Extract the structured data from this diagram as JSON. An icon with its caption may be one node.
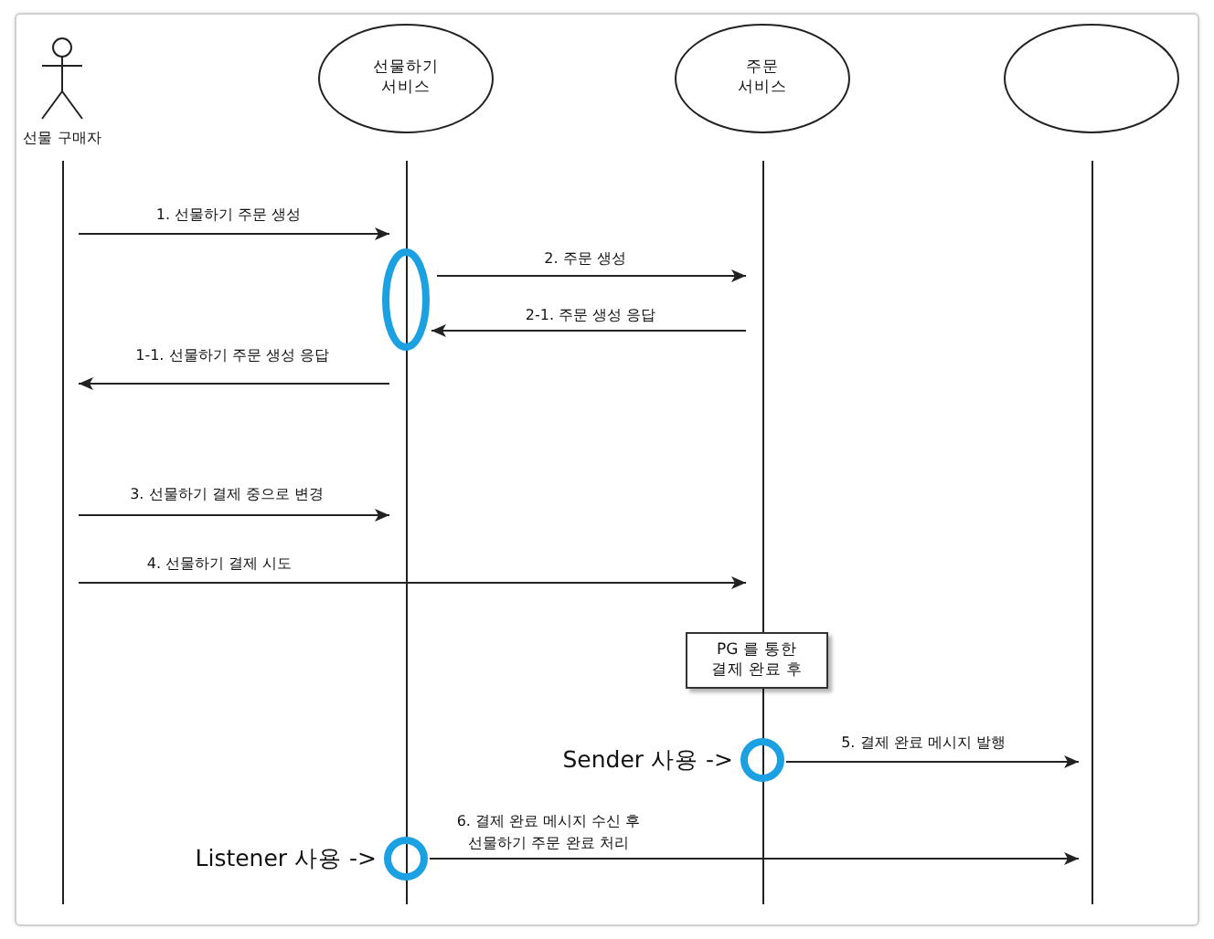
{
  "diagram": {
    "nodes": [
      {
        "text": [
          "선물 구매자"
        ]
      },
      {
        "text": [
          "선물하기 서비스"
        ]
      },
      {
        "text": [
          "주문 서비스"
        ]
      },
      {
        "text": [],
        "shape": "circle"
      },
      {
        "text": [],
        "shape": "circle"
      },
      {
        "text": [
          "PG 를 통한 결제 완료 후"
        ]
      },
      {
        "text": [],
        "shape": "circle",
        "beside": [
          "Sender 사용 ->"
        ]
      },
      {
        "text": [],
        "shape": "circle",
        "beside": [
          "Listener 사용 ->"
        ]
      }
    ],
    "edges": [
      {
        "from": 0,
        "to": 1,
        "arrow": "to",
        "label": "1. 선물하기 주문 생성"
      },
      {
        "from": 4,
        "to": 2,
        "arrow": "to",
        "label": "2. 주문 생성"
      },
      {
        "from": 2,
        "to": 4,
        "arrow": "to",
        "label": "2-1. 주문 생성 응답"
      },
      {
        "from": 1,
        "to": 0,
        "arrow": "to",
        "label": "1-1. 선물하기 주문 생성 응답"
      },
      {
        "from": 0,
        "to": 1,
        "arrow": "to",
        "label": "3. 선물하기 결제 중으로 변경"
      },
      {
        "from": 0,
        "to": 2,
        "arrow": "to",
        "label": "4. 선물하기 결제 시도"
      },
      {
        "from": 6,
        "to": 3,
        "arrow": "to",
        "label": "5. 결제 완료 메시지 발행"
      },
      {
        "from": 7,
        "to": 3,
        "arrow": "to",
        "label": "6. 결제 완료 메시지 수신 후 선물하기 주문 완료 처리"
      }
    ]
  }
}
